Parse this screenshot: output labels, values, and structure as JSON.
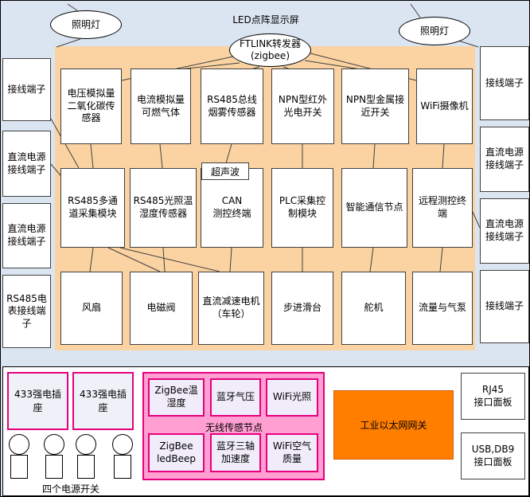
{
  "colors": {
    "page_bg": "#dbe5f1",
    "device_panel_bg": "#fbd3a2",
    "wireless_panel_bg": "#ff9fd2",
    "pink_border": "#e6007e",
    "gateway_orange": "#ff7e00"
  },
  "top": {
    "led_display": "LED点阵显示屏",
    "lamp_left": "照明灯",
    "lamp_right": "照明灯",
    "ftlink": "FTLINK转发器\n(zigbee)"
  },
  "left_column": [
    {
      "label": "接线端子"
    },
    {
      "label": "直流电源接线端子"
    },
    {
      "label": "直流电源接线端子"
    },
    {
      "label": "RS485电表接线端子"
    }
  ],
  "right_column": [
    {
      "label": "接线端子"
    },
    {
      "label": "直流电源接线端子"
    },
    {
      "label": "直流电源接线端子"
    },
    {
      "label": "接线端子"
    }
  ],
  "row1": [
    {
      "label": "电压模拟量二氧化碳传感器"
    },
    {
      "label": "电流模拟量可燃气体"
    },
    {
      "label": "RS485总线烟雾传感器"
    },
    {
      "label": "NPN型红外光电开关"
    },
    {
      "label": "NPN型金属接近开关"
    },
    {
      "label": "WiFi摄像机"
    }
  ],
  "row2": [
    {
      "label": "RS485多通道采集模块"
    },
    {
      "label": "RS485光照温湿度传感器"
    },
    {
      "label": "CAN\n测控终端",
      "tag": "超声波"
    },
    {
      "label": "PLC采集控制模块"
    },
    {
      "label": "智能通信节点"
    },
    {
      "label": "远程测控终端"
    }
  ],
  "row3": [
    {
      "label": "风扇"
    },
    {
      "label": "电磁阀"
    },
    {
      "label": "直流减速电机（车轮）"
    },
    {
      "label": "步进滑台"
    },
    {
      "label": "舵机"
    },
    {
      "label": "流量与气泵"
    }
  ],
  "bottom": {
    "sockets": [
      {
        "label": "433强电插座"
      },
      {
        "label": "433强电插座"
      }
    ],
    "switches_label": "四个电源开关",
    "wireless": {
      "title": "无线传感节点",
      "top_row": [
        {
          "label": "ZigBee温湿度"
        },
        {
          "label": "蓝牙气压"
        },
        {
          "label": "WiFi光照"
        }
      ],
      "bottom_row": [
        {
          "label": "ZigBee\nledBeep"
        },
        {
          "label": "蓝牙三轴加速度"
        },
        {
          "label": "WiFi空气质量"
        }
      ]
    },
    "gateway": "工业以太网网关",
    "rj45": "RJ45\n接口面板",
    "usb": "USB,DB9\n接口面板"
  }
}
